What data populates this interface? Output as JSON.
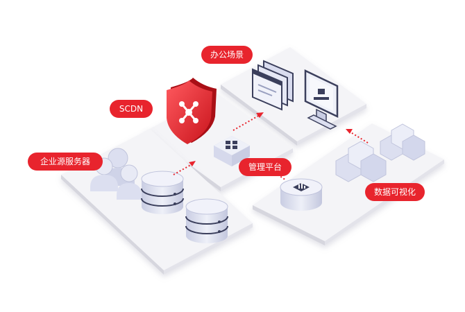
{
  "labels": {
    "office": "办公场景",
    "scdn": "SCDN",
    "enterprise": "企业源服务器",
    "platform": "管理平台",
    "visual": "数据可视化"
  },
  "colors": {
    "accent": "#e8242d",
    "slab_top": "#f3f3f6",
    "slab_side": "#d9d9e0",
    "device_blue": "#dcdff0",
    "device_dark": "#3b3f5c"
  }
}
